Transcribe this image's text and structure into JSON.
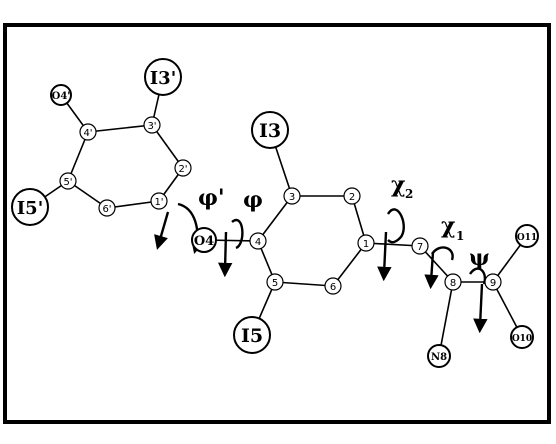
{
  "ring_atoms": {
    "a1": "1",
    "a2": "2",
    "a3": "3",
    "a4": "4",
    "a5": "5",
    "a6": "6",
    "a7": "7",
    "a8": "8",
    "a9": "9",
    "p1": "1'",
    "p2": "2'",
    "p3": "3'",
    "p4": "4'",
    "p5": "5'",
    "p6": "6'"
  },
  "substituents": {
    "i3": "I3",
    "i5": "I5",
    "o4": "O4",
    "i3p": "I3'",
    "i5p": "I5'",
    "o4p": "O4'",
    "n8": "N8",
    "o10": "O10",
    "o11": "O11"
  },
  "torsion_angles": {
    "phi_prime": "φ'",
    "phi": "φ",
    "chi2": "χ",
    "chi2_sub": "2",
    "chi1": "χ",
    "chi1_sub": "1",
    "psi": "ψ"
  }
}
